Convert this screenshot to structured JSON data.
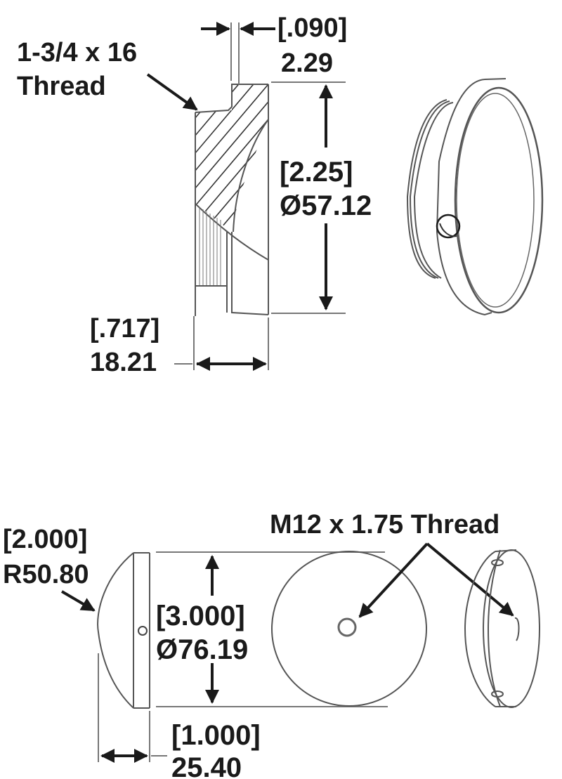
{
  "drawing": {
    "top": {
      "thread_callout": {
        "line1": "1-3/4 x 16",
        "line2": "Thread"
      },
      "flange_thickness": {
        "inch": "[.090]",
        "mm": "2.29"
      },
      "diameter": {
        "inch": "[2.25]",
        "mm": "Ø57.12"
      },
      "overall_length": {
        "inch": "[.717]",
        "mm": "18.21"
      }
    },
    "bottom": {
      "radius": {
        "inch": "[2.000]",
        "mm": "R50.80"
      },
      "diameter": {
        "inch": "[3.000]",
        "mm": "Ø76.19"
      },
      "thickness": {
        "inch": "[1.000]",
        "mm": "25.40"
      },
      "thread_callout": "M12 x 1.75 Thread"
    },
    "colors": {
      "ink": "#1a1a1a",
      "line": "#555555",
      "background": "#ffffff"
    }
  }
}
